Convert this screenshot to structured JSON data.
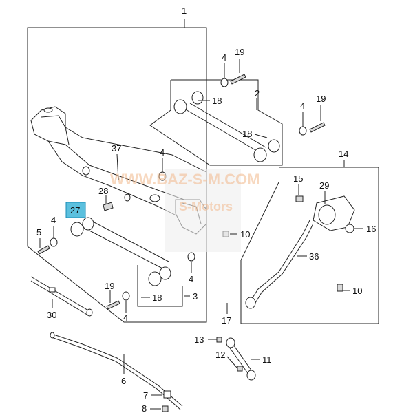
{
  "watermark": {
    "line1": "WWW.BAZ-S-M.COM",
    "line2": "S-Motors"
  },
  "callouts": [
    {
      "id": "c1",
      "text": "1"
    },
    {
      "id": "c19a",
      "text": "19"
    },
    {
      "id": "c4a",
      "text": "4"
    },
    {
      "id": "c18a",
      "text": "18"
    },
    {
      "id": "c2",
      "text": "2"
    },
    {
      "id": "c4b",
      "text": "4"
    },
    {
      "id": "c19b",
      "text": "19"
    },
    {
      "id": "c18b",
      "text": "18"
    },
    {
      "id": "c37",
      "text": "37"
    },
    {
      "id": "c4c",
      "text": "4"
    },
    {
      "id": "c28",
      "text": "28"
    },
    {
      "id": "c27",
      "text": "27"
    },
    {
      "id": "c4d",
      "text": "4"
    },
    {
      "id": "c5",
      "text": "5"
    },
    {
      "id": "c10a",
      "text": "10"
    },
    {
      "id": "c14",
      "text": "14"
    },
    {
      "id": "c15",
      "text": "15"
    },
    {
      "id": "c29",
      "text": "29"
    },
    {
      "id": "c16",
      "text": "16"
    },
    {
      "id": "c36",
      "text": "36"
    },
    {
      "id": "c10b",
      "text": "10"
    },
    {
      "id": "c4e",
      "text": "4"
    },
    {
      "id": "c19c",
      "text": "19"
    },
    {
      "id": "c4f",
      "text": "4"
    },
    {
      "id": "c18c",
      "text": "18"
    },
    {
      "id": "c3",
      "text": "3"
    },
    {
      "id": "c30",
      "text": "30"
    },
    {
      "id": "c17",
      "text": "17"
    },
    {
      "id": "c13",
      "text": "13"
    },
    {
      "id": "c12",
      "text": "12"
    },
    {
      "id": "c11",
      "text": "11"
    },
    {
      "id": "c6",
      "text": "6"
    },
    {
      "id": "c7",
      "text": "7"
    },
    {
      "id": "c8",
      "text": "8"
    }
  ],
  "highlight": {
    "part": "27",
    "color": "#5bc0de"
  }
}
